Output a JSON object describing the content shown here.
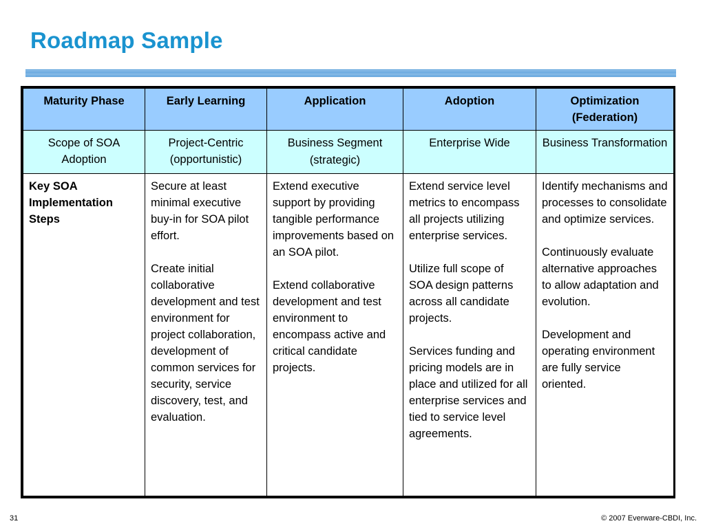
{
  "slide": {
    "title": "Roadmap Sample",
    "page_number": "31",
    "copyright": "© 2007 Everware-CBDI, Inc."
  },
  "table": {
    "headers": [
      "Maturity Phase",
      "Early Learning",
      "Application",
      "Adoption",
      "Optimization (Federation)"
    ],
    "scope_row": {
      "label": "Scope of SOA Adoption",
      "cells": [
        "Project-Centric (opportunistic)",
        "Business Segment",
        "Enterprise Wide",
        "Business Transformation"
      ],
      "application_sub": "(strategic)"
    },
    "steps_row": {
      "label": "Key SOA Implementation Steps",
      "early_learning": [
        "Secure at least minimal executive buy-in for SOA pilot effort.",
        "Create initial collaborative development and test environment for project collaboration, development of common services for security, service discovery, test, and evaluation."
      ],
      "application": [
        "Extend executive support by providing tangible performance improvements based on an SOA pilot.",
        "Extend collaborative development and test environment to encompass active and critical candidate projects."
      ],
      "adoption": [
        "Extend service level metrics to encompass all projects utilizing enterprise services.",
        "Utilize full scope of SOA design patterns across all candidate projects.",
        "Services funding and pricing models are in place and utilized for all enterprise services and tied to service level agreements."
      ],
      "optimization": [
        "Identify mechanisms and processes to consolidate and optimize services.",
        "Continuously evaluate alternative approaches to allow adaptation and evolution.",
        "Development and operating environment are fully service oriented."
      ]
    }
  }
}
